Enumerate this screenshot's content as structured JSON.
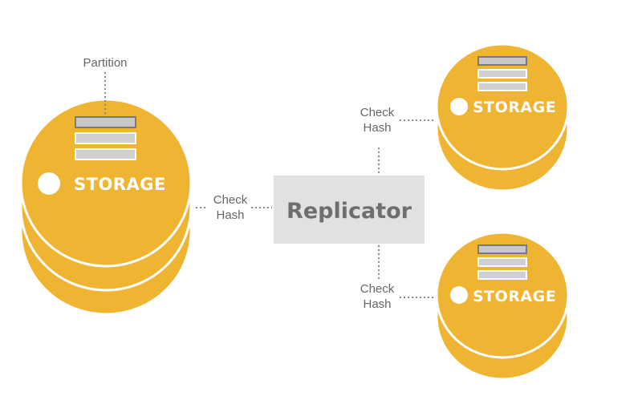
{
  "partition_label": "Partition",
  "storage_label": "STORAGE",
  "replicator_label": "Replicator",
  "check_hash": {
    "left": [
      "Check",
      "Hash"
    ],
    "top_right": [
      "Check",
      "Hash"
    ],
    "bottom_right": [
      "Check",
      "Hash"
    ]
  },
  "colors": {
    "disk": "#efb431",
    "replicator_box": "#e1e1e1",
    "text_gray": "#666666"
  }
}
